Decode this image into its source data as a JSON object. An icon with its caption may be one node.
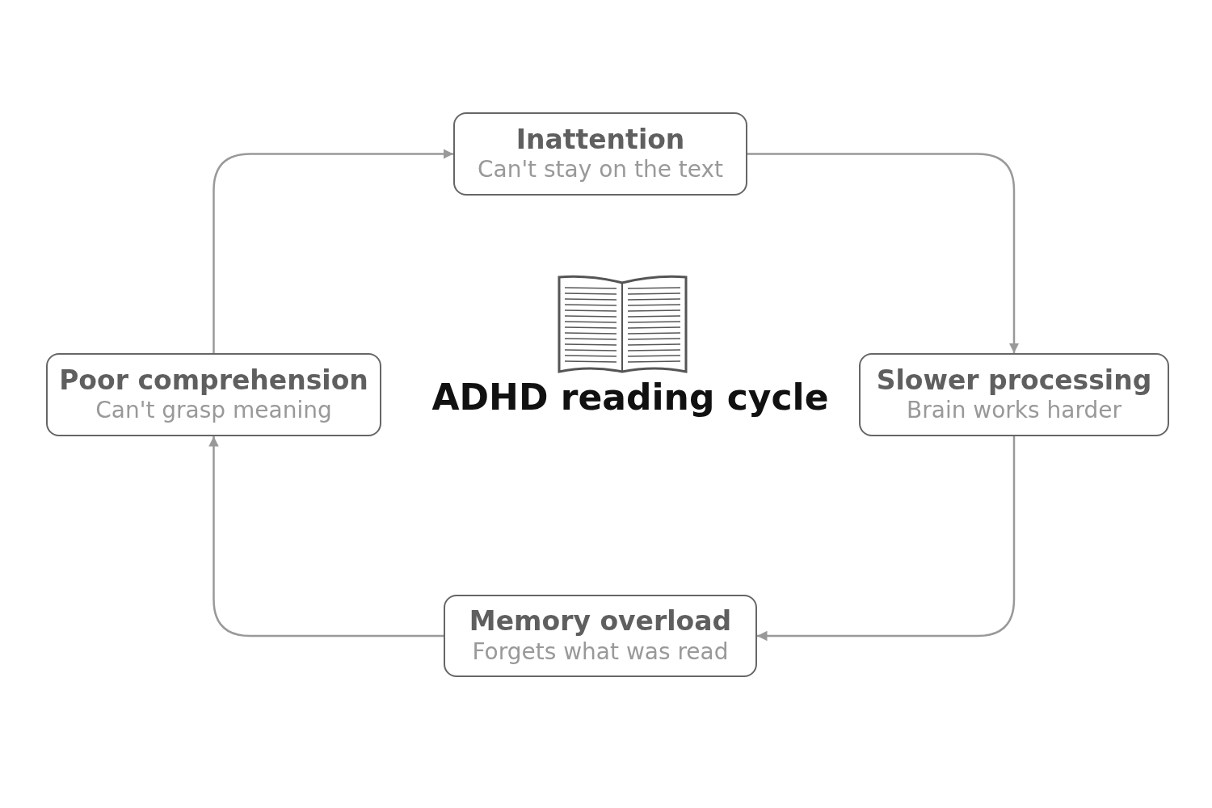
{
  "diagram": {
    "title": "ADHD reading cycle",
    "nodes": [
      {
        "text": [
          "Inattention",
          "Can't stay on the text"
        ]
      },
      {
        "text": [
          "Slower processing",
          "Brain works harder"
        ]
      },
      {
        "text": [
          "Memory overload",
          "Forgets what was read"
        ]
      },
      {
        "text": [
          "Poor comprehension",
          "Can't grasp meaning"
        ]
      }
    ],
    "edges": [
      {
        "from": 0,
        "to": 1,
        "arrow": "to"
      },
      {
        "from": 1,
        "to": 2,
        "arrow": "to"
      },
      {
        "from": 2,
        "to": 3,
        "arrow": "to"
      },
      {
        "from": 3,
        "to": 0,
        "arrow": "to"
      }
    ]
  }
}
